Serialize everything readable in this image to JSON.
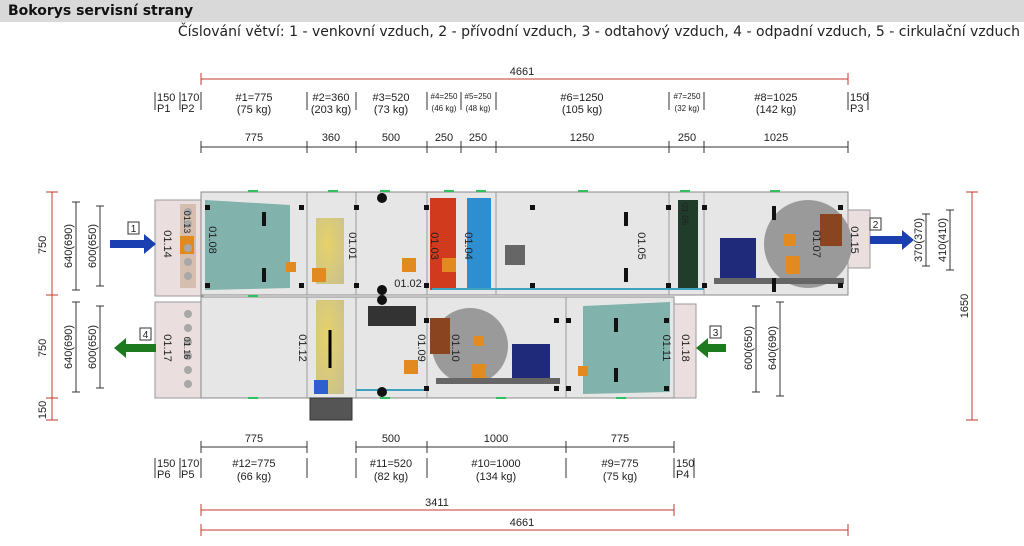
{
  "title": "Bokorys servisní strany",
  "legend": "Číslování větví: 1 - venkovní vzduch, 2 - přívodní vzduch, 3 - odtahový vzduch, 4 - odpadní vzduch, 5 - cirkulační vzduch",
  "dims": {
    "top_total": "4661",
    "bottom_total": "4661",
    "bottom_partial": "3411",
    "height_total": "1650",
    "left_upper": "750",
    "left_lower": "750",
    "left_base": "150",
    "left_upper_a": "640(690)",
    "left_upper_b": "600(650)",
    "left_lower_a": "640(690)",
    "left_lower_b": "600(650)",
    "right_upper_a": "370(370)",
    "right_upper_b": "410(410)",
    "right_lower_a": "600(650)",
    "right_lower_b": "640(690)"
  },
  "top_sections": {
    "p1": "150",
    "p1_label": "P1",
    "p2": "170",
    "p2_label": "P2",
    "p3": "150",
    "p3_label": "P3",
    "s1": "#1=775",
    "s1w": "(75 kg)",
    "s2": "#2=360",
    "s2w": "(203 kg)",
    "s3": "#3=520",
    "s3w": "(73 kg)",
    "s4": "#4=250",
    "s4w": "(46 kg)",
    "s5": "#5=250",
    "s5w": "(48 kg)",
    "s6": "#6=1250",
    "s6w": "(105 kg)",
    "s7": "#7=250",
    "s7w": "(32 kg)",
    "s8": "#8=1025",
    "s8w": "(142 kg)"
  },
  "top_widths": [
    "775",
    "360",
    "500",
    "250",
    "250",
    "1250",
    "250",
    "1025"
  ],
  "bottom_widths": [
    "775",
    "500",
    "1000",
    "775"
  ],
  "bottom_sections": {
    "p6": "150",
    "p6_label": "P6",
    "p5": "170",
    "p5_label": "P5",
    "p4": "150",
    "p4_label": "P4",
    "s12": "#12=775",
    "s12w": "(66 kg)",
    "s11": "#11=520",
    "s11w": "(82 kg)",
    "s10": "#10=1000",
    "s10w": "(134 kg)",
    "s9": "#9=775",
    "s9w": "(75 kg)"
  },
  "branch_markers": [
    "1",
    "2",
    "3",
    "4"
  ],
  "component_labels": {
    "c0114": "01.14",
    "c0113": "01.13",
    "c0108": "01.08",
    "c0101": "01.01",
    "c0102": "01.02",
    "c0103": "01.03",
    "c0104": "01.04",
    "c0105": "01.05",
    "c0106": "01.06",
    "c0107": "01.07",
    "c0115": "01.15",
    "c0117": "01.17",
    "c0116": "01.16",
    "c0112": "01.12",
    "c0109": "01.09",
    "c0110": "01.10",
    "c0111": "01.11",
    "c0118": "01.18"
  },
  "colors": {
    "arrow_supply": "#1a3fb0",
    "arrow_exhaust": "#1e7a1e",
    "heater": "#d23a1e",
    "cooler": "#2d8fcf",
    "filter": "#6ea8a0",
    "fan_motor": "#1f2a7a",
    "casing": "#e6e6e6"
  }
}
